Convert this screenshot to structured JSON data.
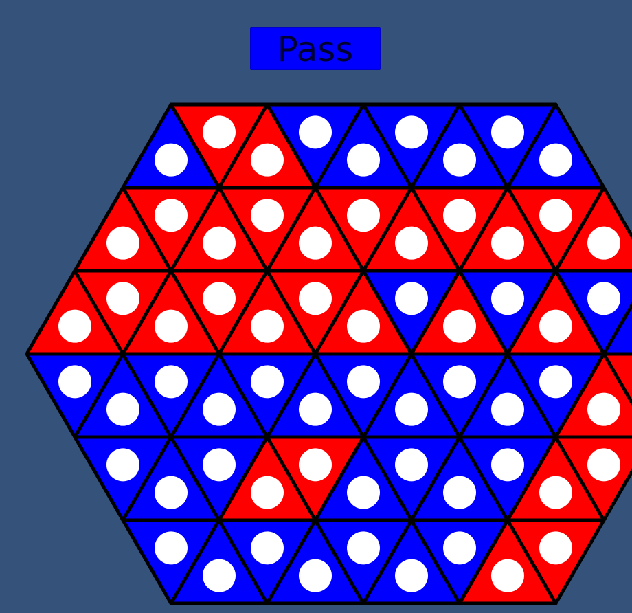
{
  "pass_button": {
    "label": "Pass"
  },
  "colors": {
    "background": "#34527a",
    "player_red": "#ff0000",
    "player_blue": "#0000ff",
    "dot": "#ffffff",
    "edge": "#000000"
  },
  "board": {
    "shape": "hexagon",
    "rows": 6,
    "cells": [
      [
        "blue",
        "red",
        "red",
        "blue",
        "blue",
        "blue",
        "blue",
        "blue",
        "blue"
      ],
      [
        "red",
        "red",
        "red",
        "red",
        "red",
        "red",
        "red",
        "red",
        "red",
        "red",
        "red"
      ],
      [
        "red",
        "red",
        "red",
        "red",
        "red",
        "red",
        "red",
        "blue",
        "red",
        "blue",
        "red",
        "blue",
        "blue"
      ],
      [
        "blue",
        "blue",
        "blue",
        "blue",
        "blue",
        "blue",
        "blue",
        "blue",
        "blue",
        "blue",
        "blue",
        "red",
        "red"
      ],
      [
        "blue",
        "blue",
        "blue",
        "red",
        "red",
        "blue",
        "blue",
        "blue",
        "blue",
        "red",
        "red"
      ],
      [
        "blue",
        "blue",
        "blue",
        "blue",
        "blue",
        "blue",
        "blue",
        "red",
        "red"
      ]
    ]
  }
}
